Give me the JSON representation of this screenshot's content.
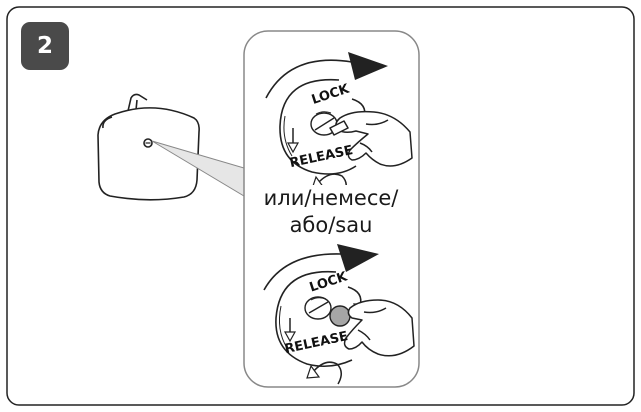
{
  "step": {
    "number": "2"
  },
  "caption": {
    "line1": "или/немесе/",
    "line2": "або/sau"
  },
  "dial_top": {
    "lock_label": "LOCK",
    "release_label": "RELEASE"
  },
  "dial_bottom": {
    "lock_label": "LOCK",
    "release_label": "RELEASE"
  },
  "colors": {
    "badge": "#4a4a4a",
    "line": "#222222",
    "zoom_border": "#888888",
    "coin": "#a6a6a6"
  },
  "icons": [
    "rotate-clockwise-arrow-icon",
    "hand-key-icon",
    "hand-coin-icon"
  ]
}
